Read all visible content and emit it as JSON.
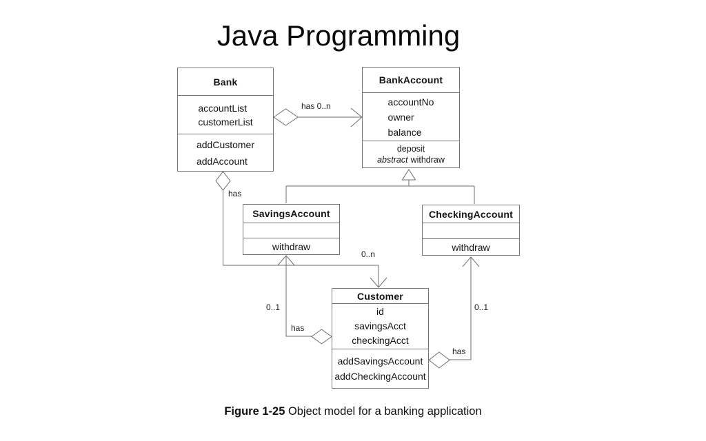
{
  "page": {
    "title": "Java Programming",
    "caption": {
      "label": "Figure 1-25",
      "text": " Object model for a banking application"
    }
  },
  "colors": {
    "background": "#ffffff",
    "text": "#111111",
    "box_border": "#757575",
    "connector": "#6e6e6e"
  },
  "diagram": {
    "classes": {
      "bank": {
        "name": "Bank",
        "attributes": [
          "accountList",
          "customerList"
        ],
        "methods": [
          "addCustomer",
          "addAccount"
        ]
      },
      "bank_account": {
        "name": "BankAccount",
        "attributes": [
          "accountNo",
          "owner",
          "balance"
        ],
        "methods": [
          {
            "modifier": "",
            "name": "deposit"
          },
          {
            "modifier": "abstract",
            "name": "withdraw"
          }
        ]
      },
      "savings_account": {
        "name": "SavingsAccount",
        "attributes": [],
        "methods": [
          "withdraw"
        ]
      },
      "checking_account": {
        "name": "CheckingAccount",
        "attributes": [],
        "methods": [
          "withdraw"
        ]
      },
      "customer": {
        "name": "Customer",
        "attributes": [
          "id",
          "savingsAcct",
          "checkingAcct"
        ],
        "methods": [
          "addSavingsAccount",
          "addCheckingAccount"
        ]
      }
    },
    "relationships": [
      {
        "type": "aggregation",
        "from": "Bank",
        "to": "BankAccount",
        "label": "has 0..n"
      },
      {
        "type": "aggregation",
        "from": "Bank",
        "to": "Customer",
        "label": "has",
        "multiplicity": "0..n"
      },
      {
        "type": "inheritance",
        "from": "SavingsAccount",
        "to": "BankAccount"
      },
      {
        "type": "inheritance",
        "from": "CheckingAccount",
        "to": "BankAccount"
      },
      {
        "type": "aggregation",
        "from": "Customer",
        "to": "SavingsAccount",
        "label": "has",
        "multiplicity": "0..1"
      },
      {
        "type": "aggregation",
        "from": "Customer",
        "to": "CheckingAccount",
        "label": "has",
        "multiplicity": "0..1"
      }
    ]
  }
}
